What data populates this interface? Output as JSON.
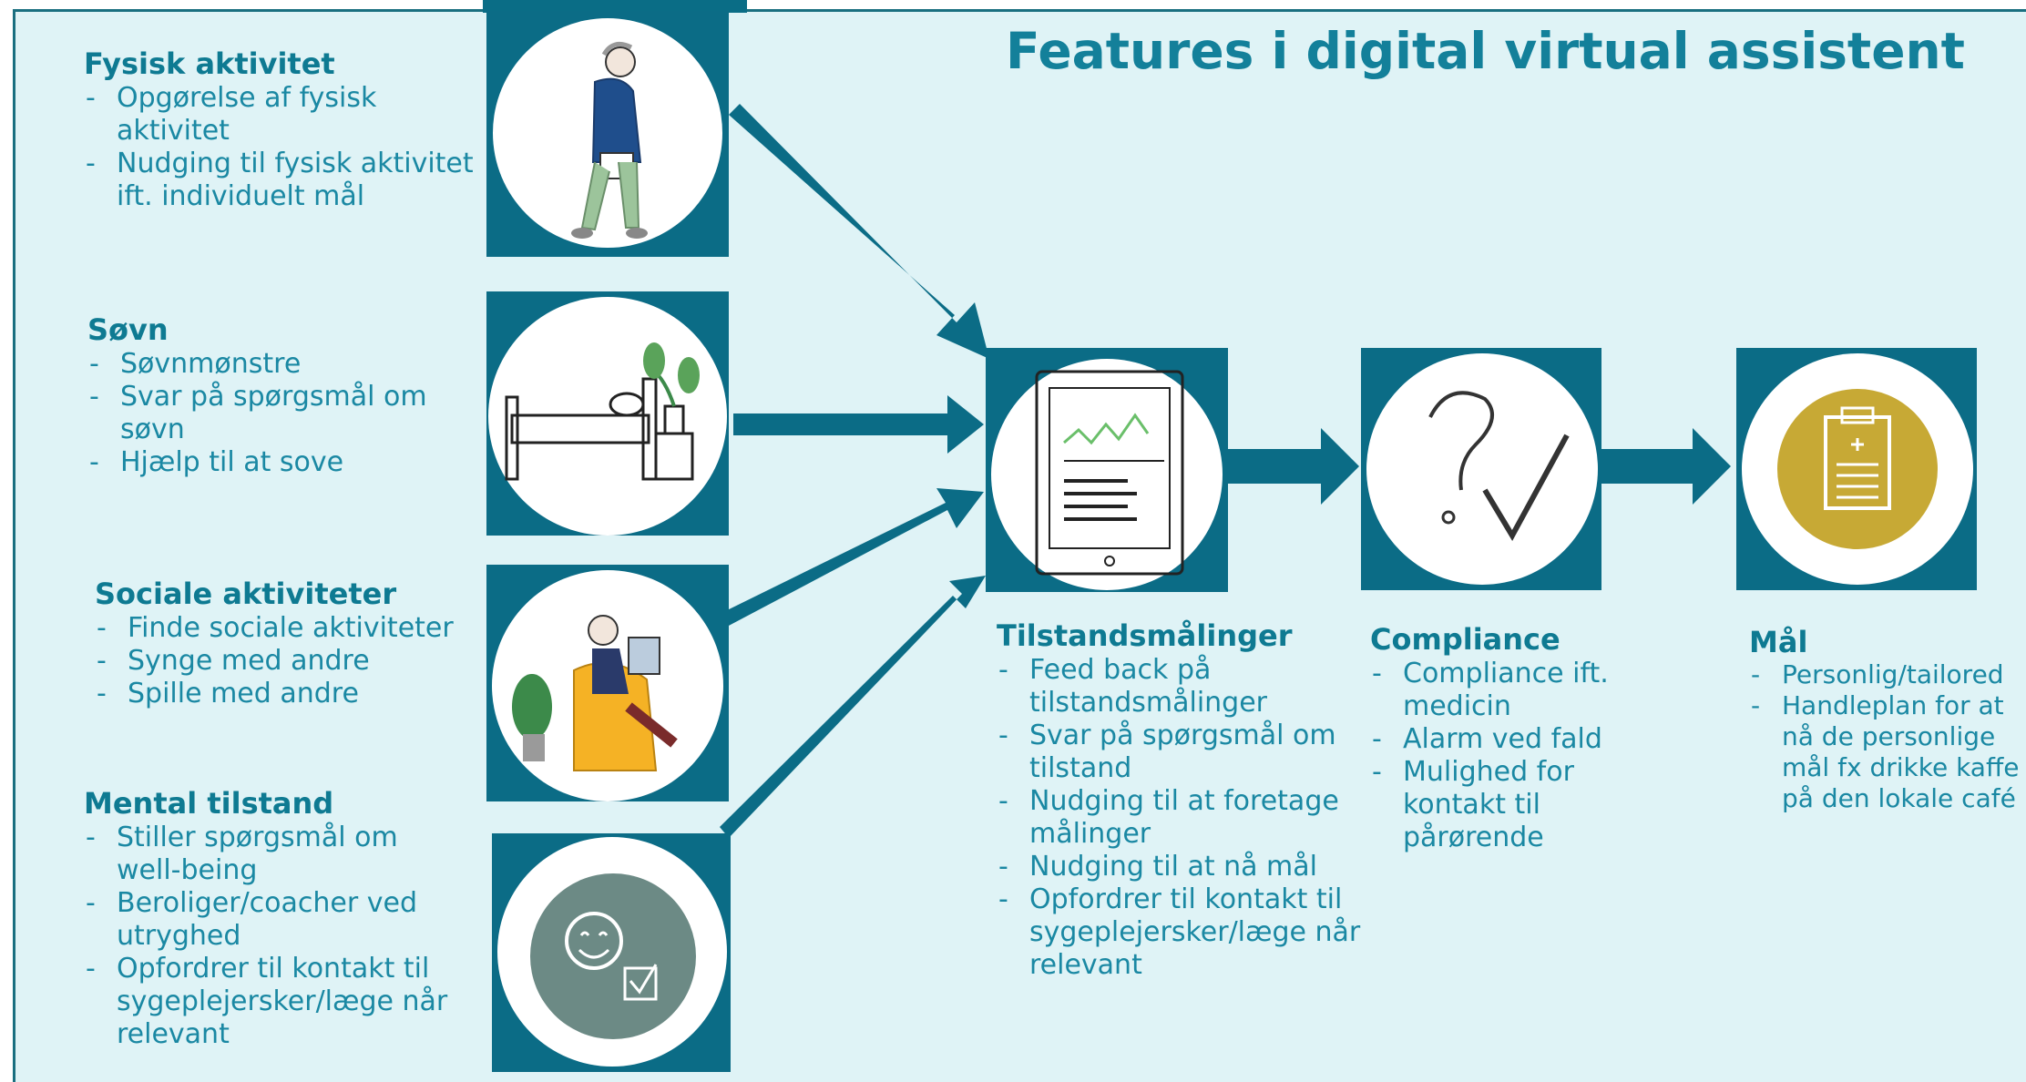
{
  "colors": {
    "accent": "#0b6c86",
    "title": "#13809a",
    "text": "#1a88a3",
    "background": "#dff3f6"
  },
  "title": "Features i digital virtual assistent",
  "inputs": [
    {
      "heading": "Fysisk aktivitet",
      "items": [
        "Opgørelse af fysisk aktivitet",
        "Nudging til fysisk aktivitet ift. individuelt mål"
      ],
      "icon": "walking-person-with-tablet"
    },
    {
      "heading": "Søvn",
      "items": [
        "Søvnmønstre",
        "Svar på spørgsmål om søvn",
        "Hjælp til at sove"
      ],
      "icon": "bed-with-plant"
    },
    {
      "heading": "Sociale aktiviteter",
      "items": [
        "Finde sociale aktiviteter",
        "Synge med andre",
        "Spille med andre"
      ],
      "icon": "person-in-armchair-with-tablet"
    },
    {
      "heading": "Mental tilstand",
      "items": [
        "Stiller spørgsmål om well-being",
        "Beroliger/coacher ved utryghed",
        "Opfordrer til kontakt til sygeplejersker/læge når relevant"
      ],
      "icon": "smiley-checkbox"
    }
  ],
  "flow": [
    {
      "heading": "Tilstandsmålinger",
      "items": [
        "Feed back på tilstandsmålinger",
        "Svar på spørgsmål om tilstand",
        "Nudging til at foretage målinger",
        "Nudging til at nå mål",
        "Opfordrer til kontakt til sygeplejersker/læge når relevant"
      ],
      "icon": "tablet-chart"
    },
    {
      "heading": "Compliance",
      "items": [
        "Compliance ift. medicin",
        "Alarm ved fald",
        "Mulighed for kontakt til pårørende"
      ],
      "icon": "question-check"
    },
    {
      "heading": "Mål",
      "items": [
        "Personlig/tailored",
        "Handleplan for at nå de personlige mål fx drikke kaffe på den lokale café"
      ],
      "icon": "clipboard"
    }
  ]
}
